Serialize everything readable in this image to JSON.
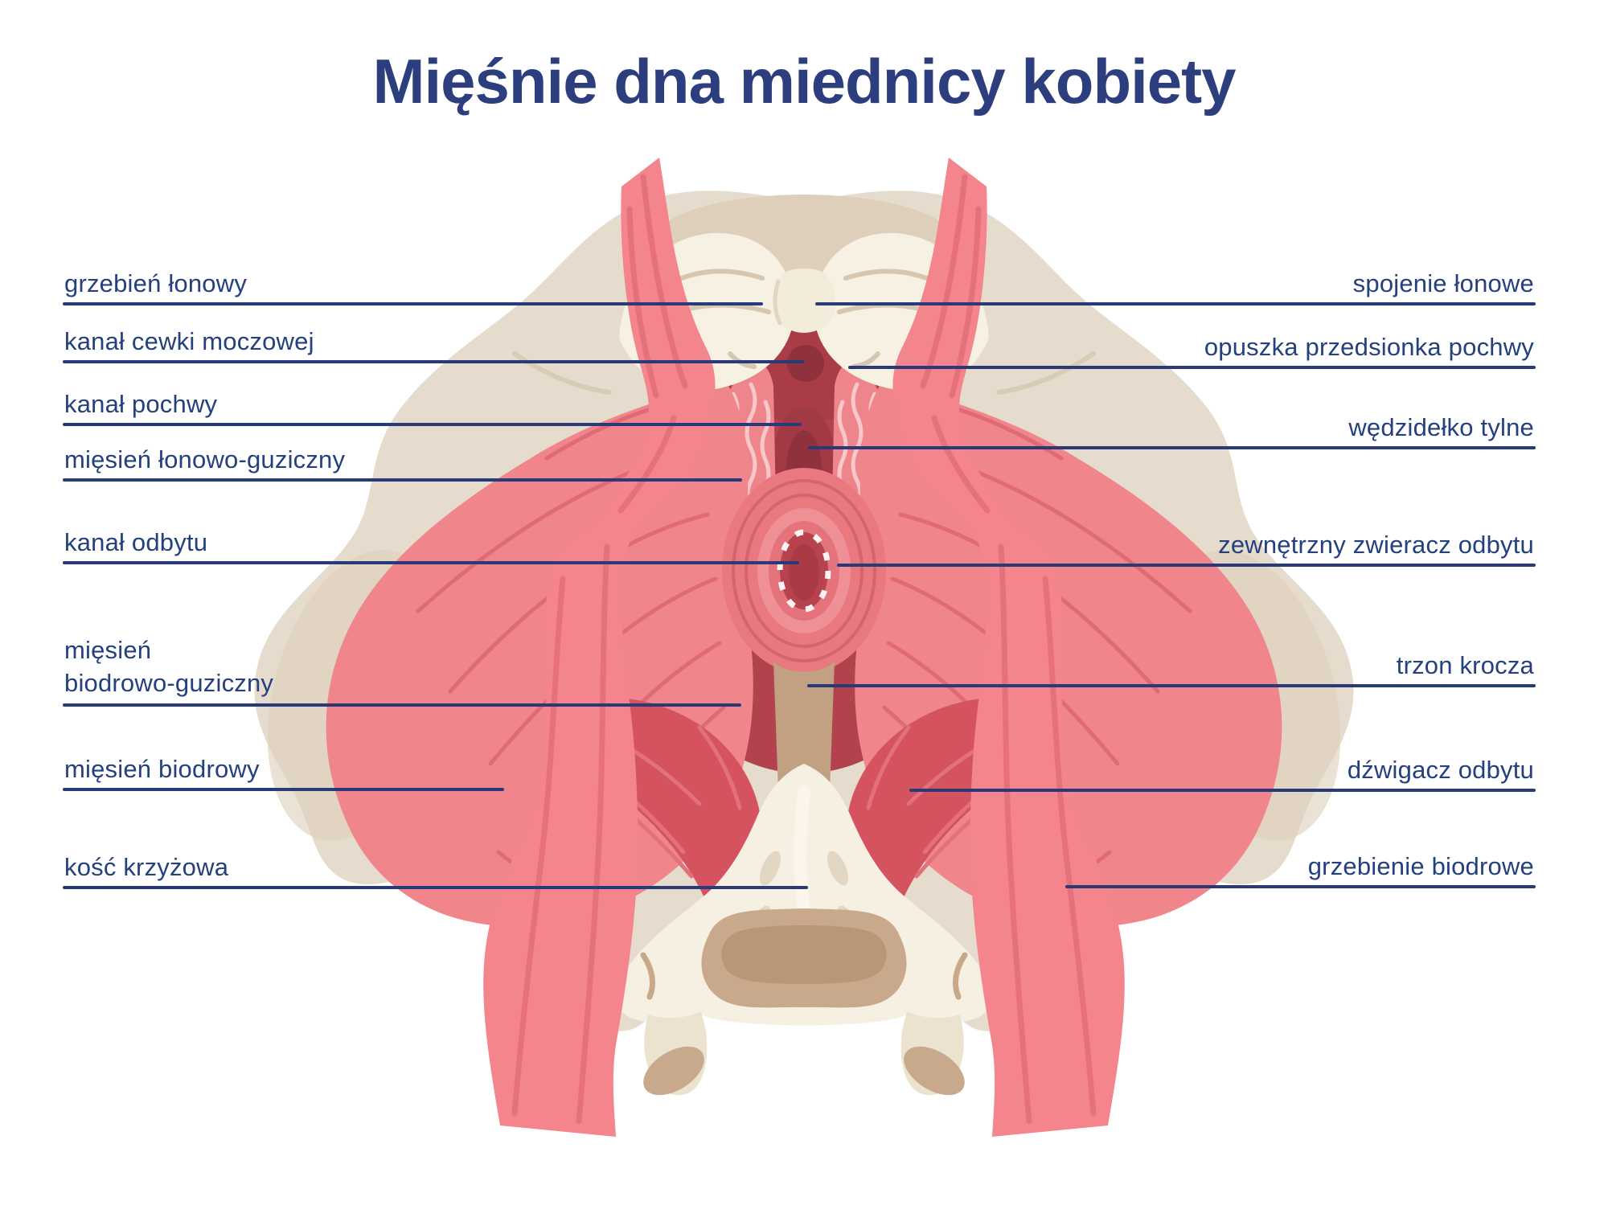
{
  "title": "Mięśnie dna miednicy kobiety",
  "diagram_type": "labeled-anatomy-illustration",
  "subject": "female pelvic floor muscles, inferior view",
  "labels_left": [
    {
      "text": "grzebień łonowy"
    },
    {
      "text": "kanał cewki moczowej"
    },
    {
      "text": "kanał pochwy"
    },
    {
      "text": "mięsień łonowo-guziczny"
    },
    {
      "text": "kanał odbytu"
    },
    {
      "text": "mięsień\nbiodrowo-guziczny"
    },
    {
      "text": "mięsień biodrowy"
    },
    {
      "text": "kość krzyżowa"
    }
  ],
  "labels_right": [
    {
      "text": "spojenie łonowe"
    },
    {
      "text": "opuszka przedsionka pochwy"
    },
    {
      "text": "wędzidełko tylne"
    },
    {
      "text": "zewnętrzny zwieracz odbytu"
    },
    {
      "text": "trzon krocza"
    },
    {
      "text": "dźwigacz odbytu"
    },
    {
      "text": "grzebienie biodrowe"
    }
  ],
  "colors": {
    "background": "#ffffff",
    "title_text": "#2c3e7d",
    "label_text": "#24407e",
    "leader_line": "#2a3a78",
    "bone_beige": "#e6dccd",
    "bone_beige_dark": "#decfbb",
    "bone_cream": "#f6f0e3",
    "bone_detail": "#d6c7b1",
    "coccyx_tan": "#c9a98b",
    "coccyx_tan_dark": "#ba9679",
    "perineum_tan": "#c2a183",
    "muscle_pink": "#f0858c",
    "muscle_pink_stria": "#e06a75",
    "strap_pink": "#f4858d",
    "strap_stripe": "#e6707b",
    "levator_red": "#d5535f",
    "levator_stria": "#e2717b",
    "cavity_red": "#b2434e",
    "cavity_dark": "#8f323d",
    "bulb_pink": "#ee858d",
    "bulb_wave": "#f8c7c9",
    "anus_ring": "#d5646e",
    "anus_opening": "#b6434e"
  }
}
